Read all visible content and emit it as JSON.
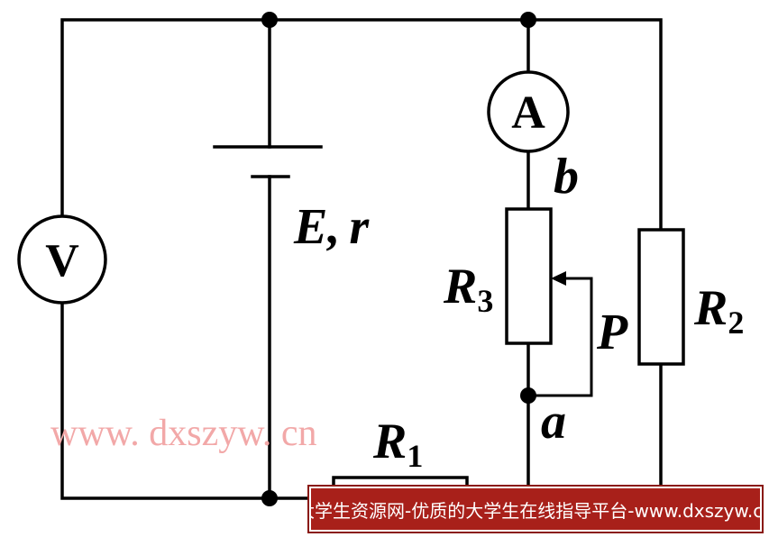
{
  "labels": {
    "voltmeter": "V",
    "ammeter": "A",
    "emf_E": "E",
    "emf_comma": ",",
    "emf_r": "r",
    "point_b": "b",
    "point_a": "a",
    "slider_P": "P",
    "r1_main": "R",
    "r1_sub": "1",
    "r2_main": "R",
    "r2_sub": "2",
    "r3_main": "R",
    "r3_sub": "3"
  },
  "watermark": "www. dxszyw. cn",
  "banner_text": "大学生资源网-优质的大学生在线指导平台-www.dxszyw.cn",
  "colors": {
    "wire": "#000000",
    "watermark": "#f2a8a8",
    "banner_bg": "#a8201a",
    "banner_text": "#ffffff"
  }
}
